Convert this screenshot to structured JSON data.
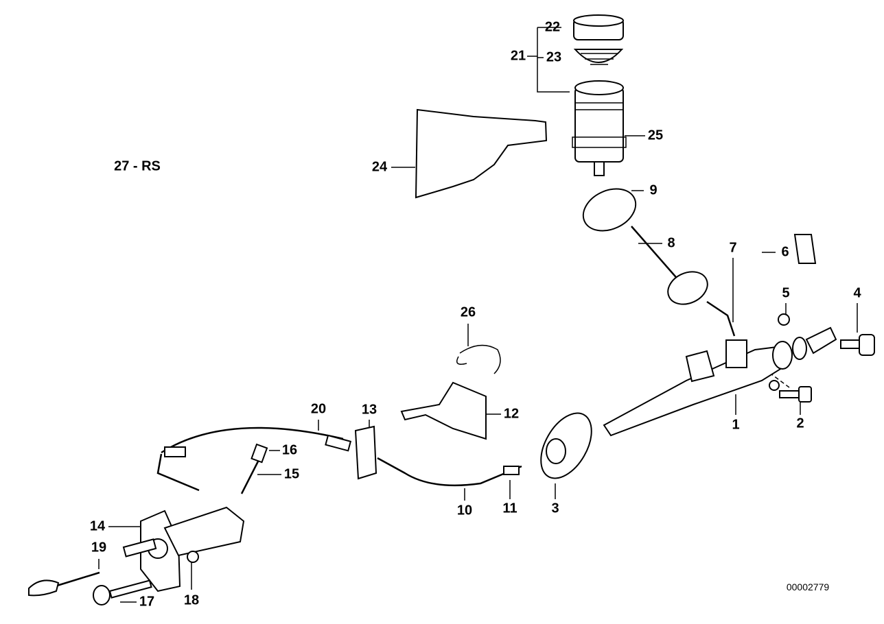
{
  "diagram": {
    "group_label": "27 - RS",
    "reference_number": "00002779",
    "callouts": [
      "1",
      "2",
      "3",
      "4",
      "5",
      "6",
      "7",
      "8",
      "9",
      "10",
      "11",
      "12",
      "13",
      "14",
      "15",
      "16",
      "17",
      "18",
      "19",
      "20",
      "21",
      "22",
      "23",
      "24",
      "25",
      "26"
    ]
  }
}
